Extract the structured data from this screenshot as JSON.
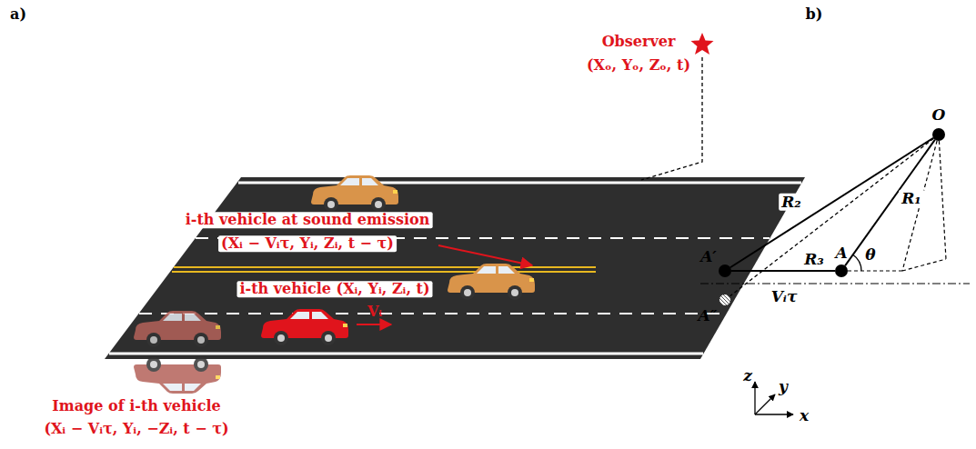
{
  "diagram": {
    "nodes": [
      {
        "text": [
          "O"
        ]
      },
      {
        "text": [
          "A′"
        ]
      },
      {
        "text": [
          "A"
        ]
      },
      {
        "text": [
          "A″"
        ]
      }
    ],
    "edges": [
      {
        "from": 0,
        "to": 1,
        "label": "R₂",
        "arrow": "none"
      },
      {
        "from": 0,
        "to": 2,
        "label": "R₁",
        "arrow": "none"
      },
      {
        "from": 0,
        "to": 3,
        "label": "R₃",
        "arrow": "none"
      },
      {
        "from": 1,
        "to": 2,
        "label": "Vᵢτ",
        "arrow": "none"
      }
    ],
    "labels": [
      "a)",
      "b)",
      "Observer",
      "(Xₒ, Yₒ, Zₒ, t)",
      "i-th vehicle at sound emission",
      "(Xᵢ − Vᵢτ, Yᵢ, Zᵢ, t − τ)",
      "i-th vehicle (Xᵢ, Yᵢ, Zᵢ, t)",
      "Vᵢ",
      "Image of i-th vehicle",
      "(Xᵢ − Vᵢτ, Yᵢ, −Zᵢ, t − τ)",
      "z",
      "y",
      "x",
      "θ"
    ]
  }
}
